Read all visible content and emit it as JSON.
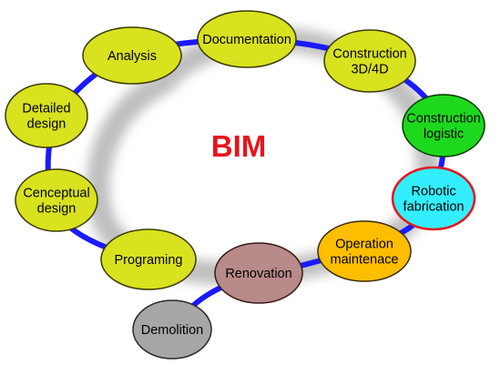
{
  "title": {
    "text": "BIM",
    "color": "#e8141c"
  },
  "colors": {
    "ring": "#1a1aff",
    "node_default": "#d9e21f",
    "node_stroke": "#3a3a00",
    "shadow": "#8a8a8a"
  },
  "nodes": [
    {
      "id": "analysis",
      "lines": [
        "Analysis"
      ],
      "fill": "#d9e21f",
      "stroke": "#3a3a00"
    },
    {
      "id": "documentation",
      "lines": [
        "Documentation"
      ],
      "fill": "#d9e21f",
      "stroke": "#3a3a00"
    },
    {
      "id": "construction-3d4d",
      "lines": [
        "Construction",
        "3D/4D"
      ],
      "fill": "#d9e21f",
      "stroke": "#3a3a00"
    },
    {
      "id": "construction-logistic",
      "lines": [
        "Construction",
        "logistic"
      ],
      "fill": "#1ed81e",
      "stroke": "#003a00"
    },
    {
      "id": "robotic-fabrication",
      "lines": [
        "Robotic",
        "fabrication"
      ],
      "fill": "#33eeff",
      "stroke": "#e8141c"
    },
    {
      "id": "operation-maintenace",
      "lines": [
        "Operation",
        "maintenace"
      ],
      "fill": "#ffbf00",
      "stroke": "#3a2a00"
    },
    {
      "id": "renovation",
      "lines": [
        "Renovation"
      ],
      "fill": "#b98a8a",
      "stroke": "#3a1a1a"
    },
    {
      "id": "demolition",
      "lines": [
        "Demolition"
      ],
      "fill": "#a6a6a6",
      "stroke": "#2a2a2a"
    },
    {
      "id": "programing",
      "lines": [
        "Programing"
      ],
      "fill": "#d9e21f",
      "stroke": "#3a3a00"
    },
    {
      "id": "conceptual-design",
      "lines": [
        "Cenceptual",
        "design"
      ],
      "fill": "#d9e21f",
      "stroke": "#3a3a00"
    },
    {
      "id": "detailed-design",
      "lines": [
        "Detailed",
        "design"
      ],
      "fill": "#d9e21f",
      "stroke": "#3a3a00"
    }
  ]
}
